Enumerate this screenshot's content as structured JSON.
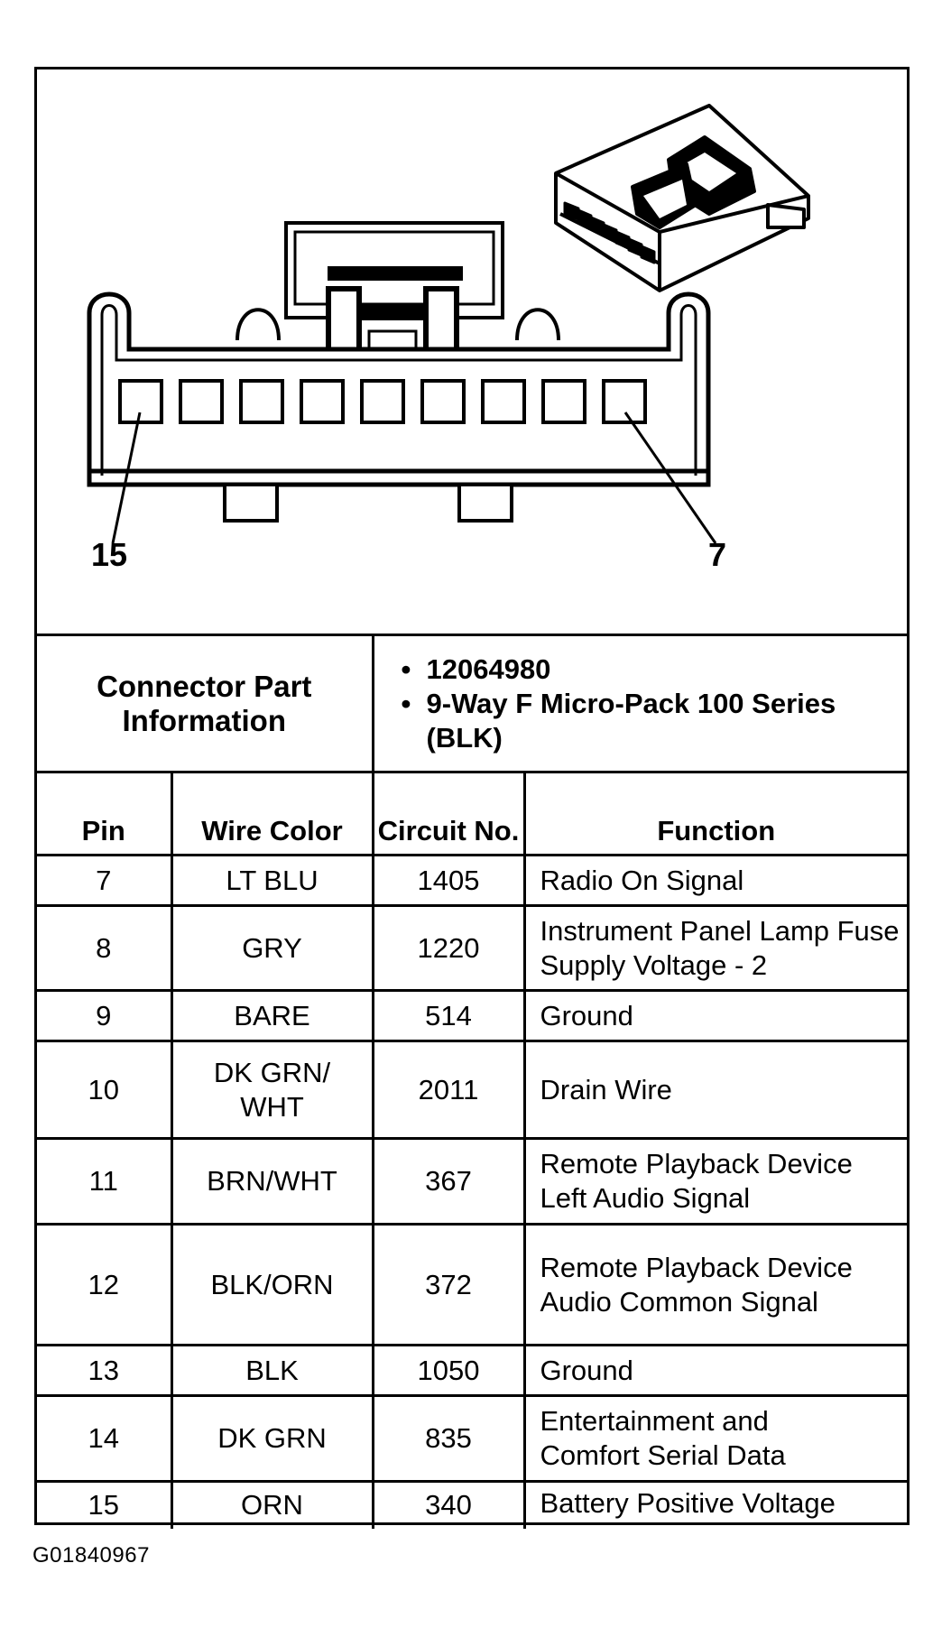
{
  "diagram": {
    "pin_left_label": "15",
    "pin_right_label": "7",
    "cavity_count": 9
  },
  "connector": {
    "label": "Connector Part Information",
    "info": [
      "12064980",
      "9-Way F Micro-Pack 100 Series (BLK)"
    ]
  },
  "table": {
    "headers": [
      "Pin",
      "Wire Color",
      "Circuit No.",
      "Function"
    ],
    "rows": [
      {
        "pin": "7",
        "color": "LT BLU",
        "circuit": "1405",
        "function": "Radio On Signal"
      },
      {
        "pin": "8",
        "color": "GRY",
        "circuit": "1220",
        "function": "Instrument Panel Lamp Fuse Supply Voltage - 2"
      },
      {
        "pin": "9",
        "color": "BARE",
        "circuit": "514",
        "function": "Ground"
      },
      {
        "pin": "10",
        "color": "DK GRN/ WHT",
        "circuit": "2011",
        "function": "Drain Wire"
      },
      {
        "pin": "11",
        "color": "BRN/WHT",
        "circuit": "367",
        "function": "Remote Playback Device Left Audio Signal"
      },
      {
        "pin": "12",
        "color": "BLK/ORN",
        "circuit": "372",
        "function": "Remote Playback Device Audio Common Signal"
      },
      {
        "pin": "13",
        "color": "BLK",
        "circuit": "1050",
        "function": "Ground"
      },
      {
        "pin": "14",
        "color": "DK GRN",
        "circuit": "835",
        "function": "Entertainment and Comfort Serial Data"
      },
      {
        "pin": "15",
        "color": "ORN",
        "circuit": "340",
        "function": "Battery Positive Voltage"
      }
    ]
  },
  "figure_id": "G01840967"
}
